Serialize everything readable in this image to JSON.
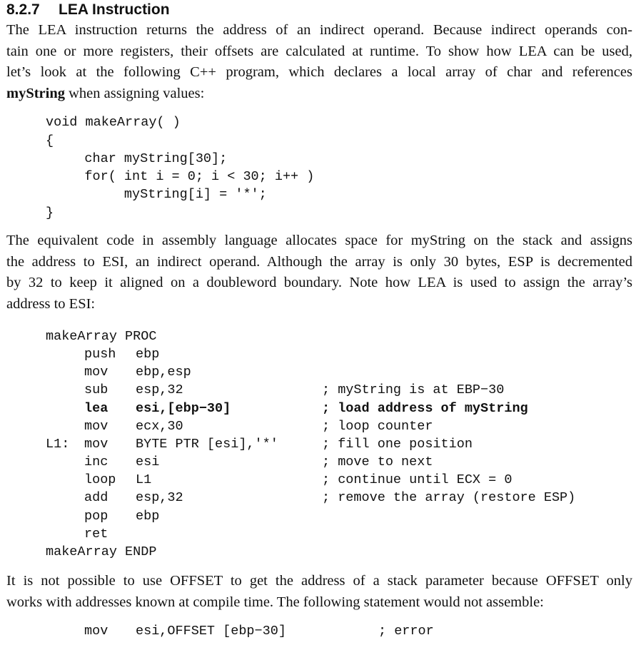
{
  "heading": {
    "number": "8.2.7",
    "title": "LEA Instruction"
  },
  "para1": {
    "line1": "The LEA instruction returns the address of an indirect operand. Because indirect operands con-",
    "line2": "tain one or more registers, their offsets are calculated at runtime. To show how LEA can be used,",
    "line3": "let’s look at the following C++ program, which declares a local array of char and references",
    "line4_bold": "myString",
    "line4_rest": " when assigning values:"
  },
  "cpp_code": [
    "void makeArray( )",
    "{",
    "    char myString[30];",
    "    for( int i = 0; i < 30; i++ )",
    "         myString[i] = '*';",
    "}"
  ],
  "para2": {
    "line1": "The equivalent code in assembly language allocates space for myString on the stack and assigns",
    "line2": "the address to ESI, an indirect operand. Although the array is only 30 bytes, ESP is decremented",
    "line3": "by 32 to keep it aligned on a doubleword boundary. Note how LEA is used to assign the array’s",
    "line4": "address to ESI:"
  },
  "asm_code": [
    {
      "label": "makeArray PROC",
      "op": "",
      "args": "",
      "comment": "",
      "bold": false
    },
    {
      "label": "",
      "op": "push",
      "args": "ebp",
      "comment": "",
      "bold": false
    },
    {
      "label": "",
      "op": "mov",
      "args": "ebp,esp",
      "comment": "",
      "bold": false
    },
    {
      "label": "",
      "op": "sub",
      "args": "esp,32",
      "comment": "; myString is at EBP−30",
      "bold": false
    },
    {
      "label": "",
      "op": "lea",
      "args": "esi,[ebp−30]",
      "comment": "; load address of myString",
      "bold": true
    },
    {
      "label": "",
      "op": "mov",
      "args": "ecx,30",
      "comment": "; loop counter",
      "bold": false
    },
    {
      "label": "L1:",
      "op": "mov",
      "args": "BYTE PTR [esi],'*'",
      "comment": "; fill one position",
      "bold": false
    },
    {
      "label": "",
      "op": "inc",
      "args": "esi",
      "comment": "; move to next",
      "bold": false
    },
    {
      "label": "",
      "op": "loop",
      "args": "L1",
      "comment": "; continue until ECX = 0",
      "bold": false
    },
    {
      "label": "",
      "op": "add",
      "args": "esp,32",
      "comment": "; remove the array (restore ESP)",
      "bold": false
    },
    {
      "label": "",
      "op": "pop",
      "args": "ebp",
      "comment": "",
      "bold": false
    },
    {
      "label": "",
      "op": "ret",
      "args": "",
      "comment": "",
      "bold": false
    },
    {
      "label": "makeArray ENDP",
      "op": "",
      "args": "",
      "comment": "",
      "bold": false
    }
  ],
  "para3": {
    "line1": "It is not possible to use OFFSET to get the address of a stack parameter because OFFSET only",
    "line2": "works with addresses known at compile time. The following statement would not assemble:"
  },
  "final_code": {
    "op": "mov",
    "args": "esi,OFFSET [ebp−30]",
    "comment": "; error"
  }
}
